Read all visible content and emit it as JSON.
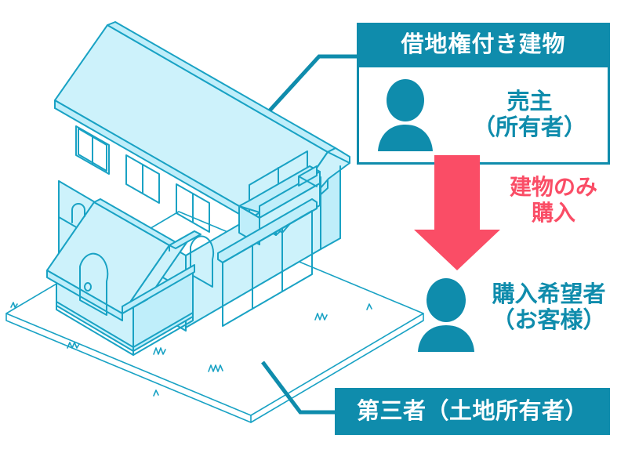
{
  "diagram": {
    "title_top": "借地権付き建物",
    "colors": {
      "brand_blue": "#0f8cac",
      "accent_pink": "#fa4d66",
      "house_fill": "#cdf2fb",
      "house_stroke": "#19a2c4",
      "white": "#ffffff"
    }
  },
  "top_box": {
    "header_label": "借地権付き建物",
    "person_icon": "person-icon",
    "role_line1": "売主",
    "role_line2": "（所有者）"
  },
  "middle": {
    "arrow_icon": "down-arrow-icon",
    "caption_line1": "建物のみ",
    "caption_line2": "購入"
  },
  "buyer": {
    "person_icon": "person-icon",
    "label_line1": "購入希望者",
    "label_line2": "（お客様）"
  },
  "bottom_box": {
    "label": "第三者（土地所有者）"
  },
  "illustration": {
    "name": "isometric-house-on-land",
    "parts": [
      "ground-plot",
      "grass-tufts",
      "main-house-body",
      "gable-roof",
      "second-floor-windows",
      "balcony",
      "garage-door",
      "entry-porch",
      "arched-front-door"
    ]
  },
  "connectors": {
    "top_leader": "leader-line-roof-to-top-box",
    "bottom_leader": "leader-line-ground-to-bottom-box"
  }
}
